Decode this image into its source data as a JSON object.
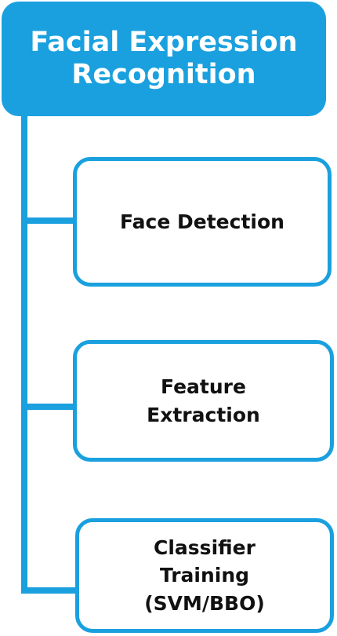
{
  "diagram": {
    "title": "Facial Expression\nRecognition",
    "steps": [
      {
        "label": "Face Detection"
      },
      {
        "label": "Feature\nExtraction"
      },
      {
        "label": "Classifier\nTraining\n(SVM/BBO)"
      }
    ]
  },
  "colors": {
    "accent": "#1aa0de",
    "title_text": "#ffffff",
    "step_text": "#111111",
    "step_fill": "#ffffff"
  }
}
